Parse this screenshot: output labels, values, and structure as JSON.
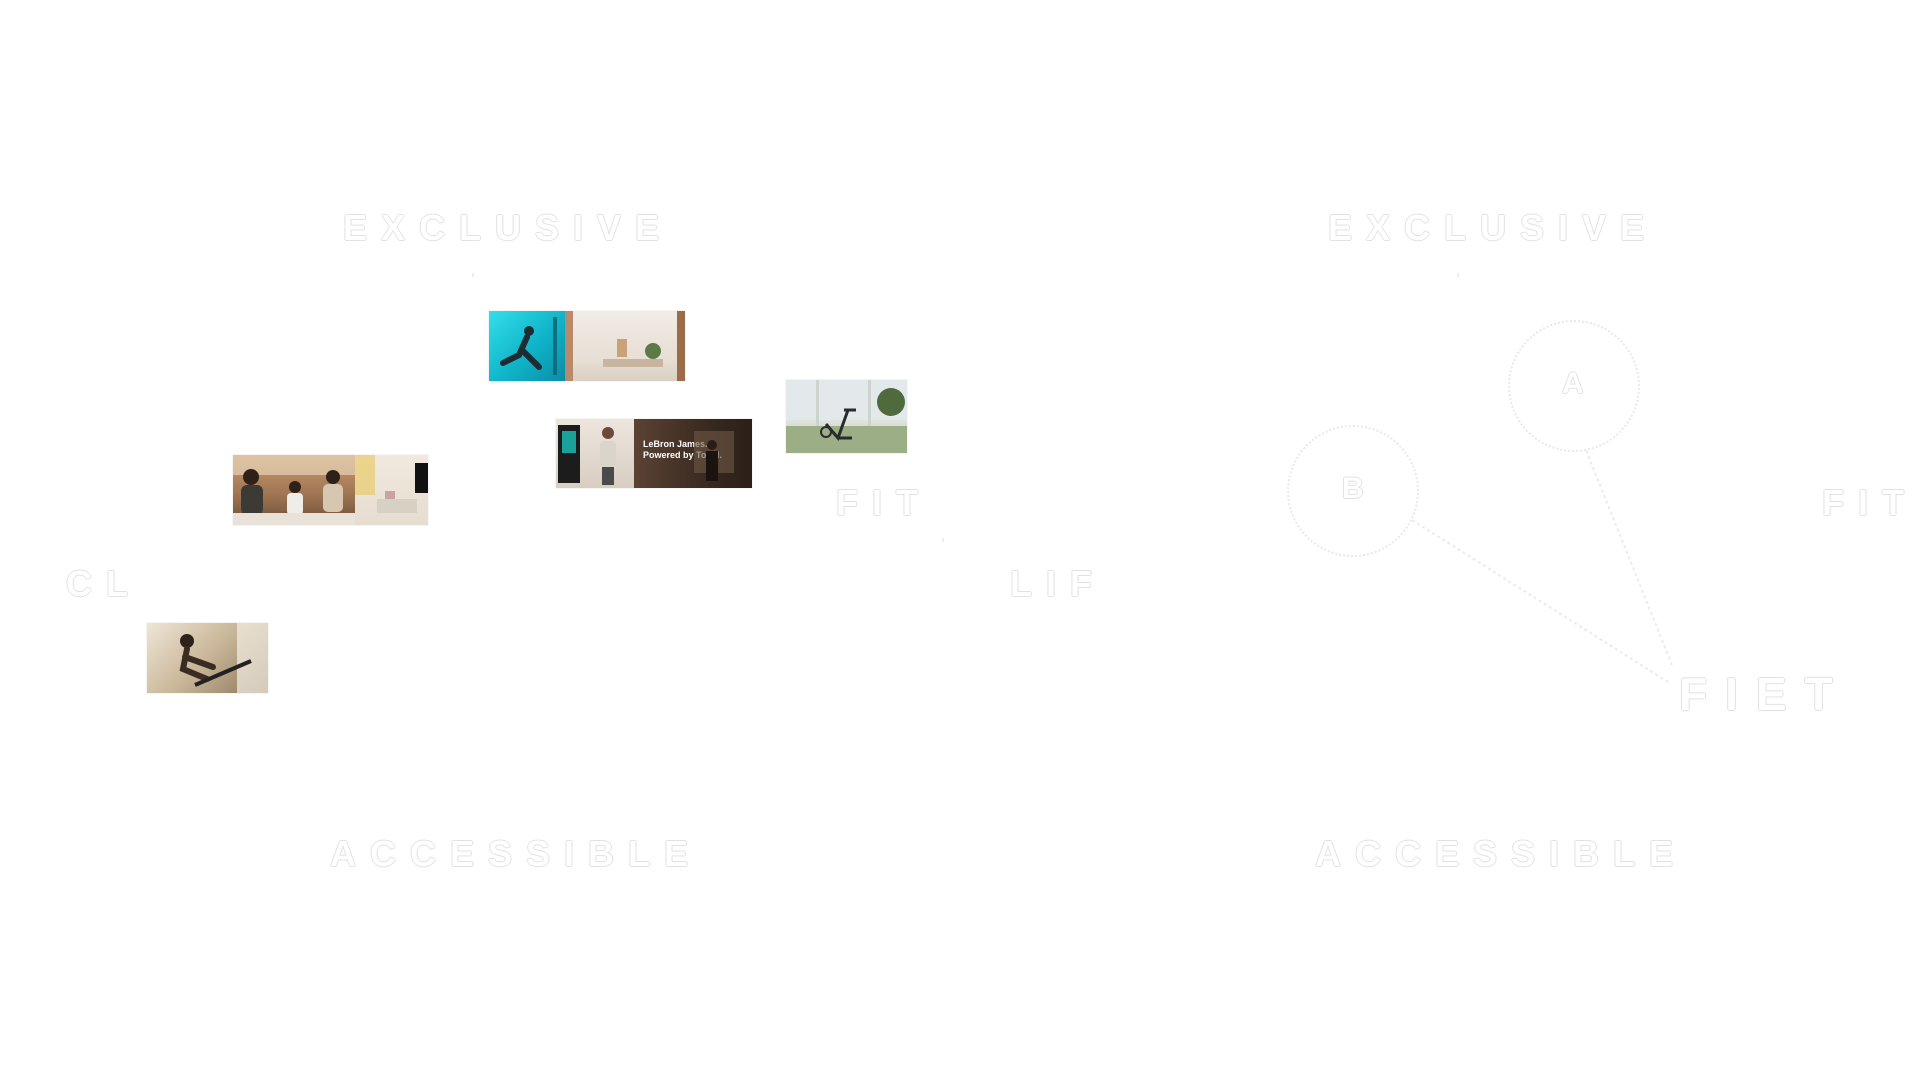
{
  "left_map": {
    "axis_top": "EXCLUSIVE",
    "axis_bottom": "ACCESSIBLE",
    "axis_left": "CL",
    "axis_right_upper": "FIT",
    "axis_right_lower": "LIF"
  },
  "tiles": {
    "tonal_caption_line1": "LeBron James.",
    "tonal_caption_line2": "Powered by Tonal."
  },
  "right_diagram": {
    "axis_top": "EXCLUSIVE",
    "axis_bottom": "ACCESSIBLE",
    "axis_right": "FIT",
    "node_a_letter": "A",
    "node_b_letter": "B",
    "target_label": "FIET"
  },
  "colors": {
    "background": "#ffffff",
    "ghost_outline": "#e0e0e0",
    "mirror_teal": "#1fc6d6"
  }
}
